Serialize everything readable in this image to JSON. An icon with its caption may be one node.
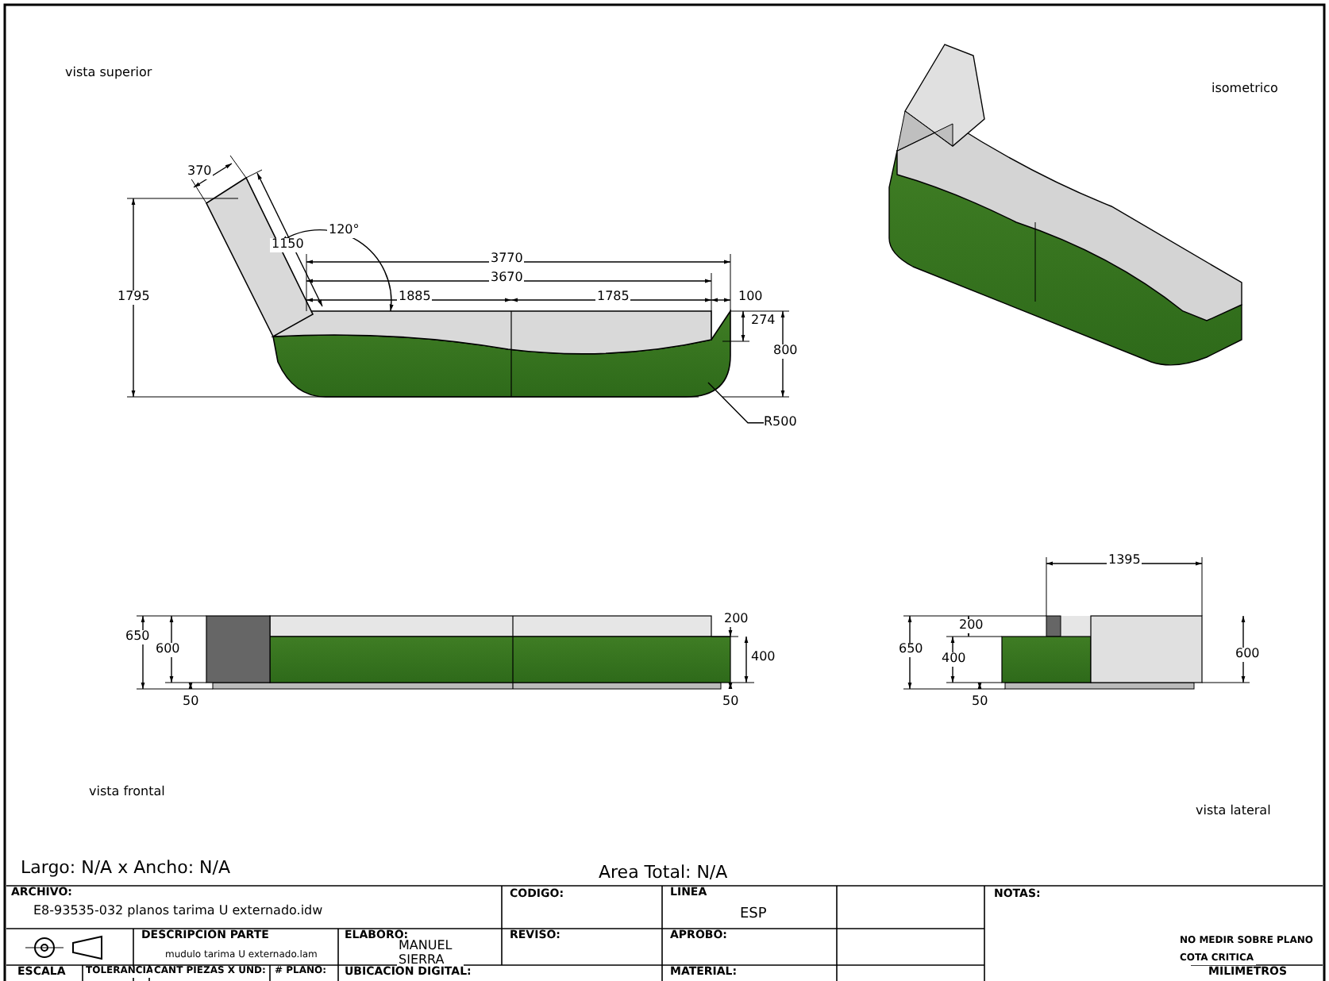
{
  "diagram": {
    "nodes": [
      {
        "text": [
          "R500"
        ]
      },
      {
        "text": [],
        "shape": "picture"
      }
    ],
    "edges": [
      {
        "from": 0,
        "to": 1,
        "arrow": "none"
      }
    ],
    "labels": [
      "vista superior",
      "isometrico",
      "370",
      "1150",
      "120°",
      "1795",
      "3770",
      "3670",
      "1885",
      "1785",
      "100",
      "274",
      "800",
      "650",
      "600",
      "50",
      "200",
      "400",
      "50",
      "1395",
      "650",
      "200",
      "400",
      "50",
      "600",
      "vista frontal",
      "vista lateral",
      "Largo: N/A x Ancho: N/A",
      "Area Total: N/A",
      "ARCHIVO:",
      "E8-93535-032 planos tarima U externado.idw",
      "CODIGO:",
      "LINEA",
      "ESP",
      "NOTAS:",
      "DESCRIPCION PARTE",
      "mudulo tarima U externado.lam",
      "ELABORO:",
      "MANUEL SIERRA",
      "REVISO:",
      "APROBO:",
      "NO MEDIR SOBRE PLANO",
      "COTA CRITICA",
      "ESCALA",
      "TOLERANCIA",
      "CANT PIEZAS X UND:",
      "# PLANO:",
      "UBICACION DIGITAL:",
      "MATERIAL:",
      "MILIMETROS"
    ]
  }
}
